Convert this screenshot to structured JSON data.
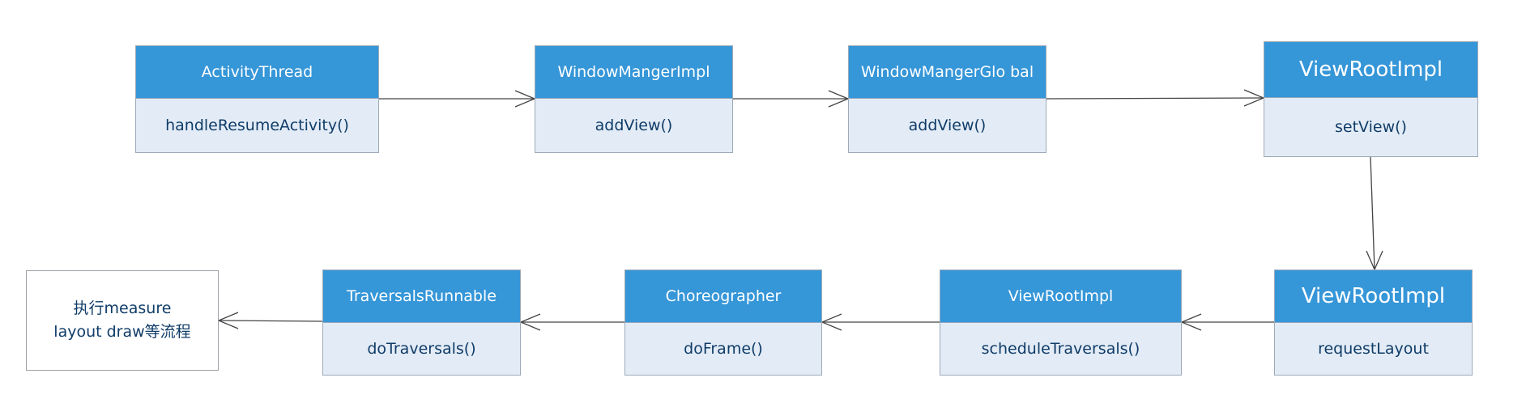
{
  "nodes": {
    "activitythread": {
      "title": "ActivityThread",
      "method": "handleResumeActivity()"
    },
    "windowmangerimpl": {
      "title": "WindowMangerImpl",
      "method": "addView()"
    },
    "windowmangerglobal": {
      "title": "WindowMangerGlo bal",
      "method": "addView()"
    },
    "viewrootimpl_top": {
      "title": "ViewRootImpl",
      "method": "setView()"
    },
    "viewrootimpl_request": {
      "title": "ViewRootImpl",
      "method": "requestLayout"
    },
    "viewrootimpl_schedule": {
      "title": "ViewRootImpl",
      "method": "scheduleTraversals()"
    },
    "choreographer": {
      "title": "Choreographer",
      "method": "doFrame()"
    },
    "traversalsrunnable": {
      "title": "TraversalsRunnable",
      "method": "doTraversals()"
    }
  },
  "end_note": {
    "line1": "执行measure",
    "line2": "layout draw等流程"
  },
  "edges": [
    {
      "from": "activitythread",
      "to": "windowmangerimpl"
    },
    {
      "from": "windowmangerimpl",
      "to": "windowmangerglobal"
    },
    {
      "from": "windowmangerglobal",
      "to": "viewrootimpl_top"
    },
    {
      "from": "viewrootimpl_top",
      "to": "viewrootimpl_request"
    },
    {
      "from": "viewrootimpl_request",
      "to": "viewrootimpl_schedule"
    },
    {
      "from": "viewrootimpl_schedule",
      "to": "choreographer"
    },
    {
      "from": "choreographer",
      "to": "traversalsrunnable"
    },
    {
      "from": "traversalsrunnable",
      "to": "end_note"
    }
  ],
  "colors": {
    "header_fill": "#3596d8",
    "body_fill": "#e3ecf6",
    "text_dark": "#103c68",
    "edge": "#444444"
  }
}
